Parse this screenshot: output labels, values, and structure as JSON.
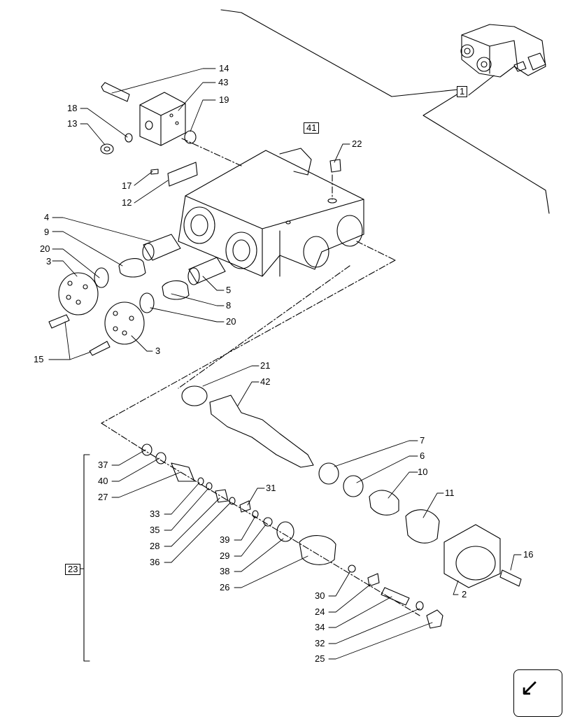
{
  "callouts": {
    "c14": "14",
    "c43": "43",
    "c19": "19",
    "c18": "18",
    "c13": "13",
    "c17": "17",
    "c12": "12",
    "c22": "22",
    "c4": "4",
    "c9": "9",
    "c20a": "20",
    "c3a": "3",
    "c5": "5",
    "c8": "8",
    "c20b": "20",
    "c15": "15",
    "c3b": "3",
    "c21": "21",
    "c42": "42",
    "c7": "7",
    "c6": "6",
    "c10": "10",
    "c11": "11",
    "c37": "37",
    "c40": "40",
    "c27": "27",
    "c33": "33",
    "c35": "35",
    "c28": "28",
    "c36": "36",
    "c31": "31",
    "c39": "39",
    "c29": "29",
    "c38": "38",
    "c26": "26",
    "c30": "30",
    "c24": "24",
    "c34": "34",
    "c32": "32",
    "c25": "25",
    "c16": "16",
    "c2": "2"
  },
  "boxed": {
    "b1": "1",
    "b41": "41",
    "b23": "23"
  },
  "icons": {
    "nav": "arrow-left-down-icon"
  }
}
